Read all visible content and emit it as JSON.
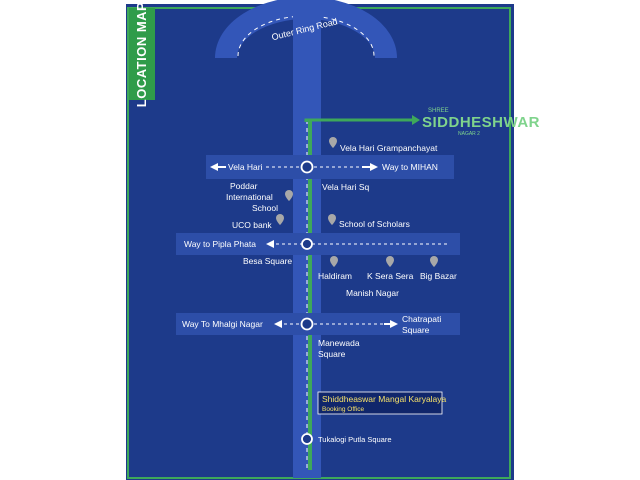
{
  "title": "LOCATION MAP",
  "brand": {
    "top": "SHREE",
    "name": "SIDDHESHWAR",
    "sub": "NAGAR 2"
  },
  "colors": {
    "background": "#1d3a8a",
    "band": "#2d4ea8",
    "green": "#2f9c4a",
    "border": "#3ea85a",
    "label_box": "#10266b",
    "highlight_text": "#f5e06a"
  },
  "roads": {
    "ring": "Outer Ring Road"
  },
  "places": {
    "vela_hari_gram": "Vela Hari Grampanchayat",
    "vela_hari": "Vela Hari",
    "way_mihan": "Way to MIHAN",
    "poddar_1": "Poddar",
    "poddar_2": "International",
    "poddar_3": "School",
    "vela_hari_sq": "Vela Hari Sq",
    "uco": "UCO bank",
    "scholars": "School of Scholars",
    "pipla": "Way to Pipla Phata",
    "besa": "Besa Square",
    "haldiram": "Haldiram",
    "ksera": "K Sera Sera",
    "bigbazar": "Big Bazar",
    "manish": "Manish Nagar",
    "mhalgi": "Way To Mhalgi Nagar",
    "chatrapati_1": "Chatrapati",
    "chatrapati_2": "Square",
    "manewada_1": "Manewada",
    "manewada_2": "Square",
    "mangal": "Shiddheaswar Mangal Karyalaya",
    "booking": "Booking Office",
    "tukalogi": "Tukalogi Putla Square"
  }
}
